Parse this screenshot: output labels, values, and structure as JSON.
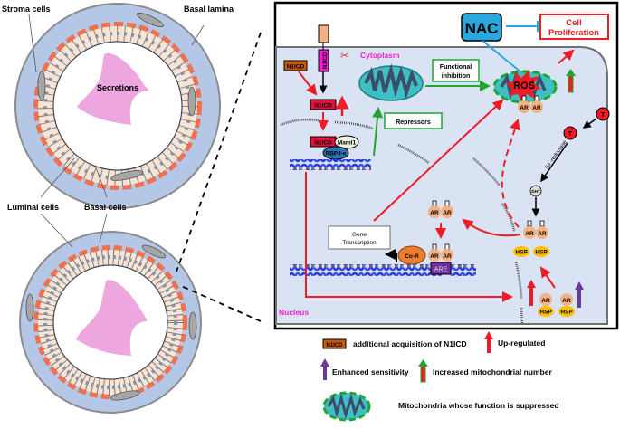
{
  "gland_labels": {
    "stroma_cells": "Stroma cells",
    "basal_lamina": "Basal lamina",
    "secretions": "Secretions",
    "luminal_cells": "Luminal cells",
    "basal_cells": "Basal cells"
  },
  "mechanism": {
    "nac": "NAC",
    "cell_proliferation_line1": "Cell",
    "cell_proliferation_line2": "Proliferation",
    "cytoplasm": "Cytoplasm",
    "nucleus": "Nucleus",
    "n1icd": "N1ICD",
    "maml1": "Maml1",
    "rbpj": "RBPJ-κ",
    "functional_inhibition_line1": "Functional",
    "functional_inhibition_line2": "inhibition",
    "repressors": "Repressors",
    "ros": "ROS",
    "ar": "AR",
    "hsp": "HSP",
    "t": "T",
    "dht": "DHT",
    "reductase": "5α -reductase",
    "gene_transcription_line1": "Gene",
    "gene_transcription_line2": "Transcription",
    "co_r": "Co-R",
    "are": "ARE"
  },
  "legend": {
    "n1icd_badge": "N1ICD",
    "n1icd_text": "additional acquisition of N1ICD",
    "up_regulated": "Up-regulated",
    "enhanced_sensitivity": "Enhanced sensitivity",
    "increased_mito": "Increased mitochondrial number",
    "suppressed_mito": "Mitochondria whose function is suppressed"
  },
  "colors": {
    "red": "#ee1c24",
    "green": "#1fa530",
    "blue": "#29a8e0",
    "purple": "#6b3a9e",
    "magenta": "#ee22cc",
    "cell_bg": "#dae3f3",
    "stroma_bg": "#b4c7e7",
    "secretion": "#eea6de",
    "ar": "#f4b183",
    "hsp": "#ffc000",
    "mito": "#3fbfc4",
    "n1icd_red": "#e0103c",
    "n1icd_orange": "#c55a11"
  }
}
